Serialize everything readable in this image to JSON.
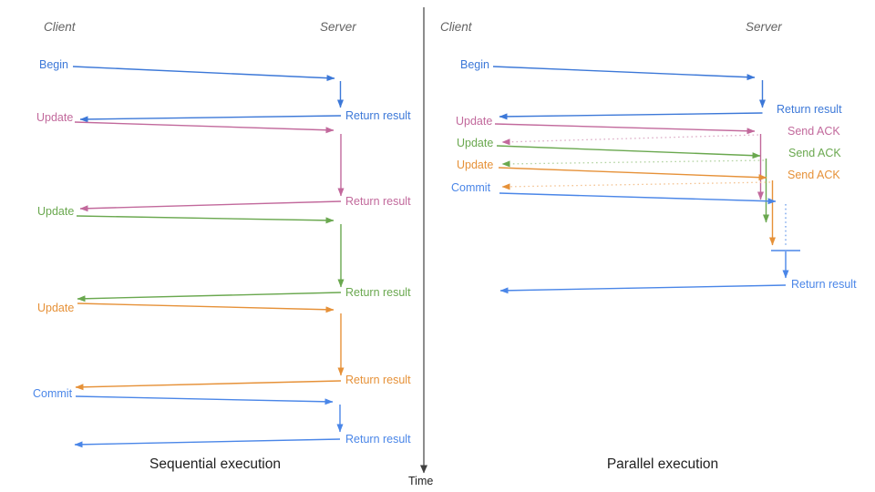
{
  "colors": {
    "begin_blue": "#3c78d8",
    "commit_blue": "#4a86e8",
    "pink": "#c2699c",
    "green": "#6aa84f",
    "orange": "#e69138",
    "ack_pink": "#ddaec7",
    "ack_green": "#b3d3a2",
    "ack_orange": "#f4c494",
    "wait_blue": "#6d9eeb",
    "header_gray": "#636363",
    "axis_gray": "#404040"
  },
  "left": {
    "client": "Client",
    "server": "Server",
    "caption": "Sequential execution",
    "ops": [
      {
        "label": "Begin",
        "response": "Return result"
      },
      {
        "label": "Update",
        "response": "Return result"
      },
      {
        "label": "Update",
        "response": "Return result"
      },
      {
        "label": "Update",
        "response": "Return result"
      },
      {
        "label": "Commit",
        "response": "Return result"
      }
    ]
  },
  "right": {
    "client": "Client",
    "server": "Server",
    "caption": "Parallel execution",
    "ops": [
      {
        "label": "Begin",
        "response": "Return result"
      },
      {
        "label": "Update",
        "response": "Send ACK"
      },
      {
        "label": "Update",
        "response": "Send ACK"
      },
      {
        "label": "Update",
        "response": "Send ACK"
      },
      {
        "label": "Commit",
        "response": "Return result"
      }
    ]
  },
  "time_axis_label": "Time"
}
